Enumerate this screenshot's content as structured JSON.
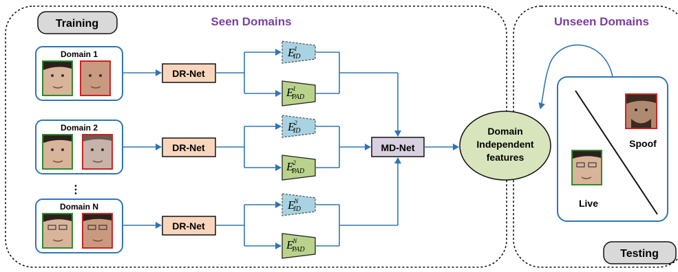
{
  "labels": {
    "training": "Training",
    "testing": "Testing",
    "seen_domains": "Seen Domains",
    "unseen_domains": "Unseen Domains",
    "domain_1": "Domain 1",
    "domain_2": "Domain 2",
    "domain_n": "Domain N",
    "ellipsis": "⋮",
    "dr_net": "DR-Net",
    "md_net": "MD-Net",
    "domain_independent": [
      "Domain",
      "Independent",
      "features"
    ],
    "spoof": "Spoof",
    "live": "Live"
  },
  "encoders": {
    "E": "E",
    "id_sub": "ID",
    "pad_sub": "PAD",
    "sup": [
      "1",
      "2",
      "N"
    ]
  },
  "colors": {
    "arrow": "#2e75b6",
    "dr_net_fill": "#f8d6bd",
    "md_net_fill": "#d8cfe0",
    "encoder_id_fill": "#a9d3e2",
    "encoder_pad_fill": "#b9d38c",
    "ellipse_fill": "#d8e4bc",
    "tag_fill": "#d9d9d9",
    "title": "#7b3f9e",
    "live_border": "#2e8b2e",
    "spoof_border": "#cc2222"
  }
}
